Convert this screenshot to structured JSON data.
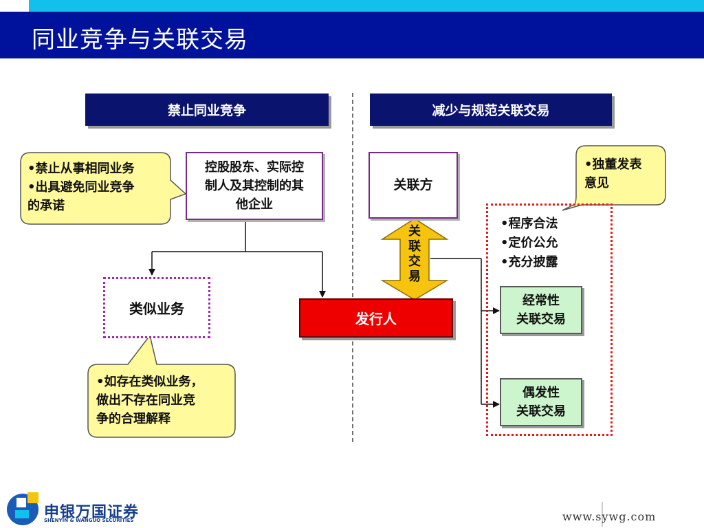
{
  "page": {
    "title": "同业竞争与关联交易"
  },
  "left_header": "禁止同业竞争",
  "right_header": "减少与规范关联交易",
  "controller_box": {
    "lines": [
      "控股股东、实际控",
      "制人及其控制的其",
      "他企业"
    ]
  },
  "prohibit_callout": {
    "lines": [
      "•禁止从事相同业务",
      "•出具避免同业竞争",
      "的承诺"
    ]
  },
  "similar_business": "类似业务",
  "similar_callout": {
    "lines": [
      "•如存在类似业务，",
      "做出不存在同业竞",
      "争的合理解释"
    ]
  },
  "issuer": "发行人",
  "related_party": "关联方",
  "related_transaction_arrow": {
    "chars": [
      "关",
      "联",
      "交",
      "易"
    ]
  },
  "independent_opinion_callout": {
    "lines": [
      "•独董发表",
      "意见"
    ]
  },
  "principles": {
    "items": [
      "•程序合法",
      "•定价公允",
      "•充分披露"
    ]
  },
  "recurring_box": {
    "lines": [
      "经常性",
      "关联交易"
    ]
  },
  "occasional_box": {
    "lines": [
      "偶发性",
      "关联交易"
    ]
  },
  "footer": {
    "logo_cn": "申银万国证券",
    "logo_en": "SHENYIN & WANGUO SECURITIES",
    "url": "www.sywg.com"
  },
  "colors": {
    "title_bar": "#00129b",
    "top_stripe": "#12c0ec",
    "header_box": "#0a146e",
    "issuer_red": "#ee0000",
    "callout_yellow": "#fffa9c",
    "arrow_gold": "#f6c40e",
    "green_box": "#cdf5cd"
  },
  "icons": {
    "logo": "shenyin-wanguo-logo-icon"
  }
}
